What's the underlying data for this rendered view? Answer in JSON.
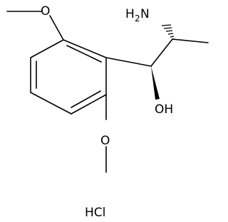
{
  "labels": {
    "amine_n": "H",
    "amine_n_sub": "2",
    "amine_n_tail": "N",
    "hydroxyl": "OH",
    "methoxy_top_o": "O",
    "methoxy_bottom_o": "O",
    "salt": "HCl"
  }
}
